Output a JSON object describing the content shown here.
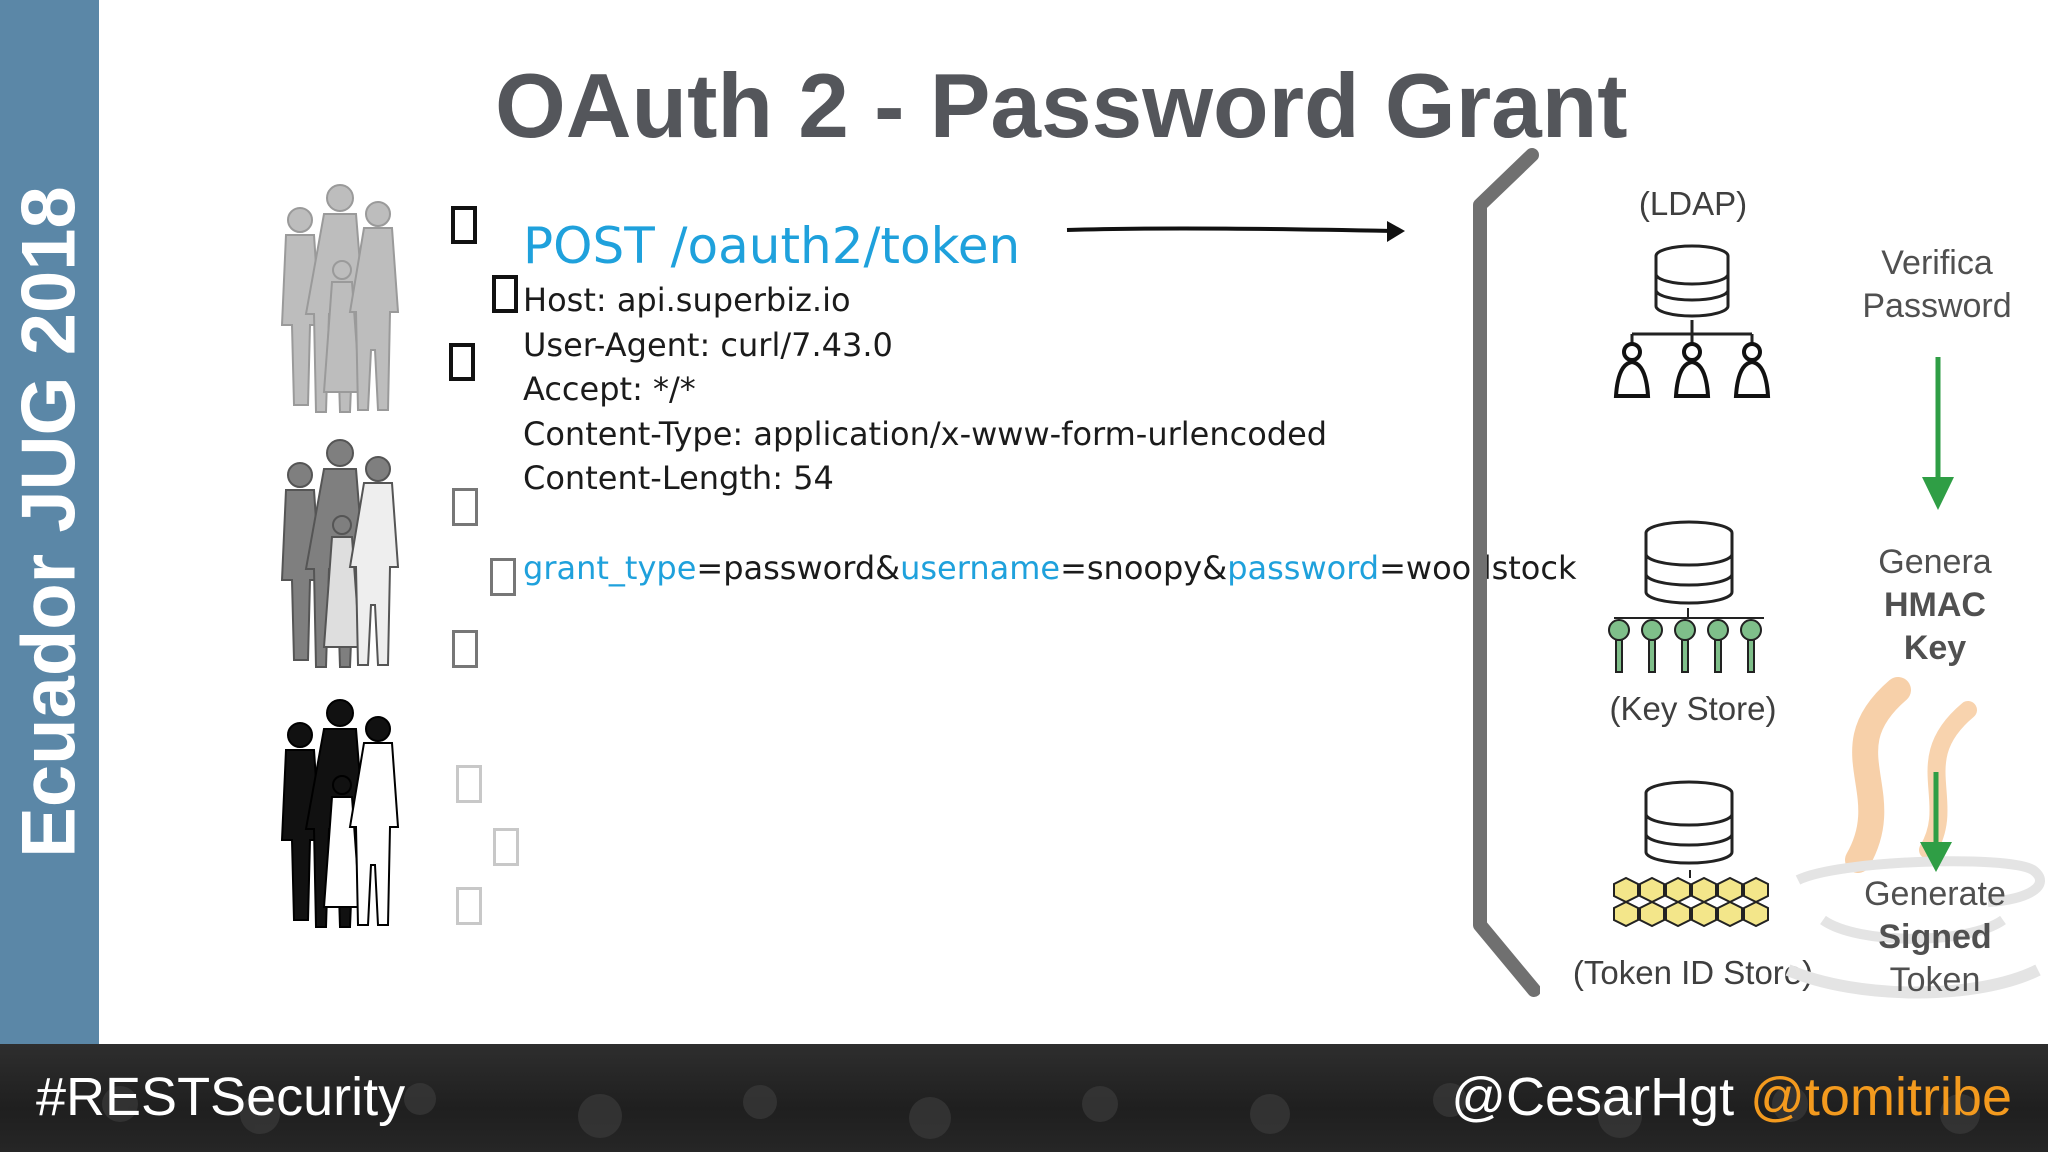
{
  "sidebar": {
    "text": "Ecuador JUG 2018",
    "color": "#5b87a7"
  },
  "slide": {
    "title": "OAuth 2 - Password Grant"
  },
  "request": {
    "method_line": "POST /oauth2/token",
    "headers": [
      "Host: api.superbiz.io",
      "User-Agent: curl/7.43.0",
      "Accept: */*",
      "Content-Type: application/x-www-form-urlencoded",
      "Content-Length: 54"
    ],
    "body": {
      "k1": "grant_type",
      "v1": "=password&",
      "k2": "username",
      "v2": "=snoopy&",
      "k3": "password",
      "v3": "=woodstock"
    },
    "accent_color": "#1fa1dc"
  },
  "stores": {
    "ldap": "(LDAP)",
    "key_store": "(Key Store)",
    "token_id_store": "(Token ID Store)"
  },
  "steps": {
    "step1": {
      "line1": "Verifica",
      "line2": "Password"
    },
    "step2": {
      "line1": "Genera",
      "line2": "HMAC",
      "line3": "Key"
    },
    "step3": {
      "line1": "Generate",
      "line2": "Signed",
      "line3": "Token"
    }
  },
  "footer": {
    "hashtag": "#RESTSecurity",
    "handle1": "@CesarHgt",
    "handle2": "@tomitribe",
    "handle2_color": "#f39a1e"
  },
  "icons": [
    "family-silhouette-icon",
    "database-icon",
    "users-icon",
    "keys-icon",
    "hexagons-icon",
    "java-cup-icon",
    "arrow-down-icon"
  ]
}
